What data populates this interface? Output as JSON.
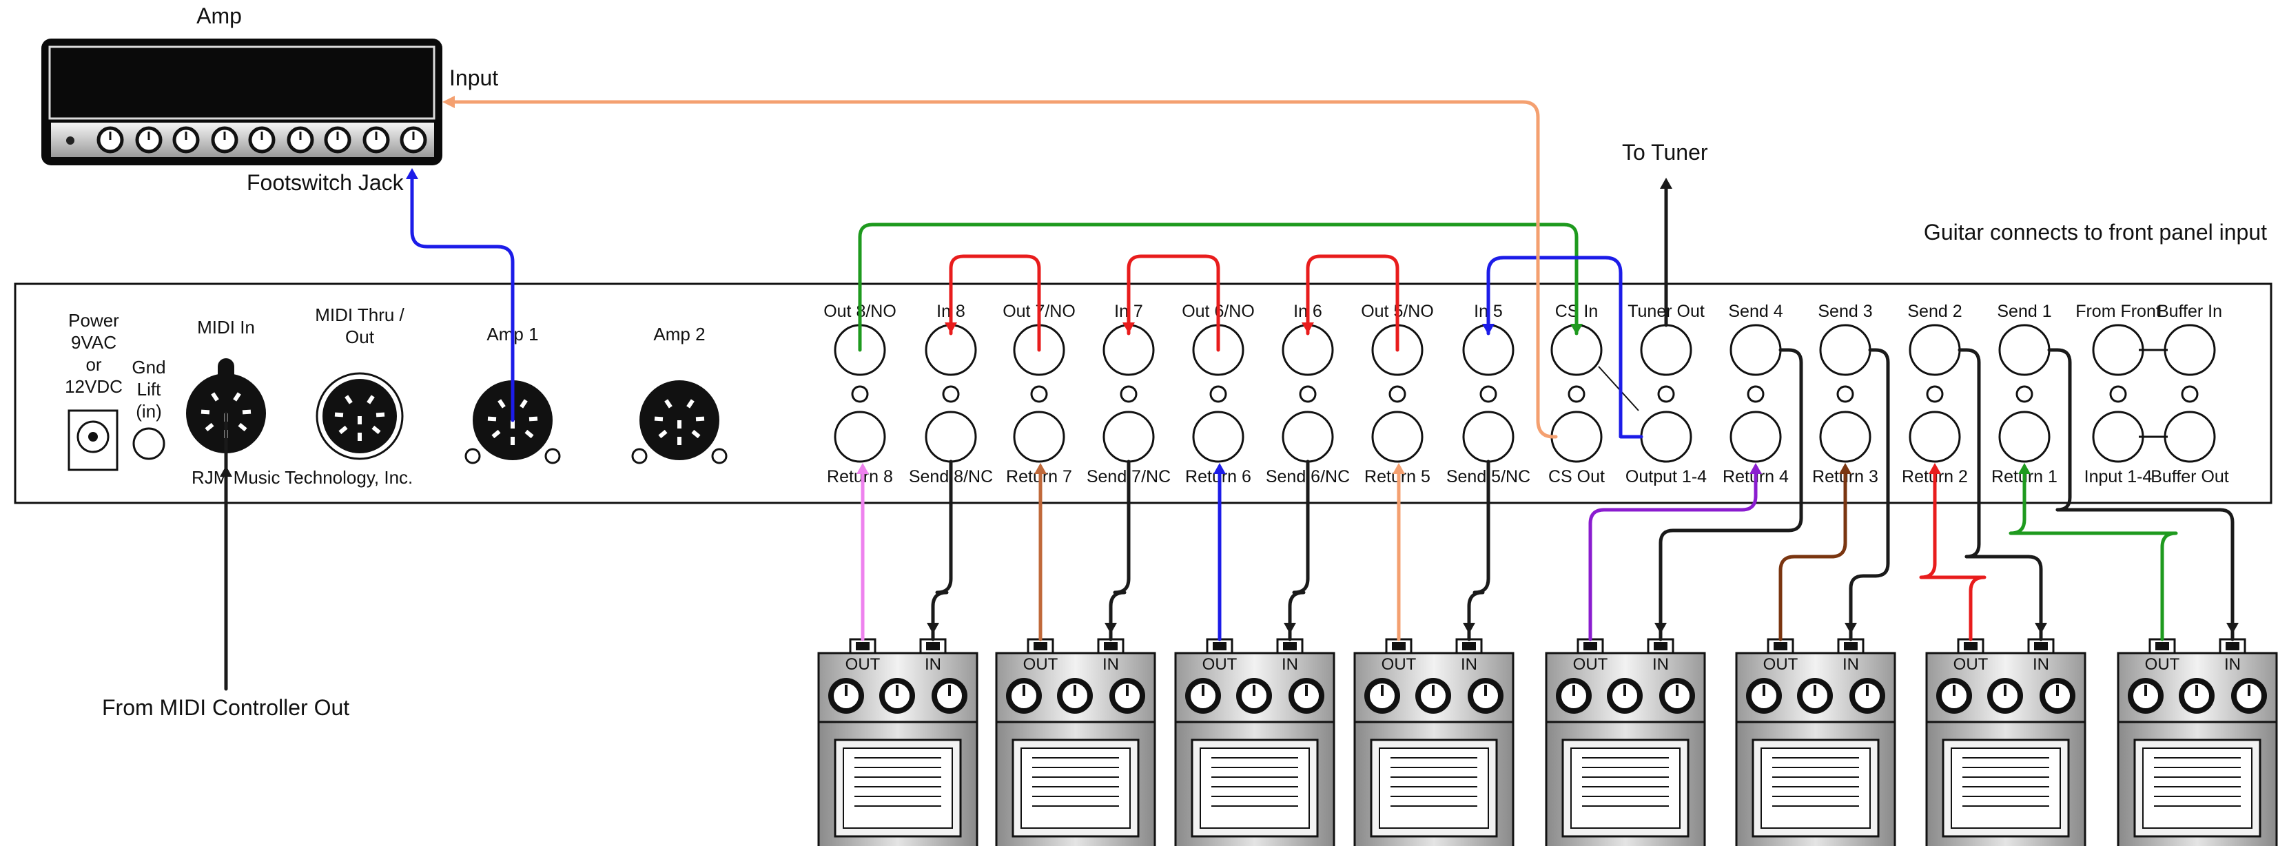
{
  "amp": {
    "title": "Amp",
    "input_label": "Input",
    "footswitch_label": "Footswitch Jack"
  },
  "labels": {
    "to_tuner": "To Tuner",
    "guitar_note": "Guitar connects to front panel input",
    "midi_controller": "From MIDI Controller Out"
  },
  "rear_panel": {
    "power": [
      "Power",
      "9VAC",
      "or",
      "12VDC"
    ],
    "gnd_lift": [
      "Gnd",
      "Lift",
      "(in)"
    ],
    "midi_in": "MIDI In",
    "midi_thru": [
      "MIDI Thru /",
      "Out"
    ],
    "amp1": "Amp 1",
    "amp2": "Amp 2",
    "maker": "RJM Music Technology, Inc.",
    "jack_top": [
      "Out 8/NO",
      "In 8",
      "Out 7/NO",
      "In 7",
      "Out 6/NO",
      "In 6",
      "Out 5/NO",
      "In 5",
      "CS In",
      "Tuner Out",
      "Send 4",
      "Send 3",
      "Send 2",
      "Send 1",
      "From Front",
      "Buffer In"
    ],
    "jack_bottom": [
      "Return 8",
      "Send 8/NC",
      "Return 7",
      "Send 7/NC",
      "Return 6",
      "Send 6/NC",
      "Return 5",
      "Send 5/NC",
      "CS Out",
      "Output 1-4",
      "Return 4",
      "Return 3",
      "Return 2",
      "Return 1",
      "Input 1-4",
      "Buffer Out"
    ]
  },
  "pedal_labels": {
    "out": "OUT",
    "in": "IN"
  },
  "pedal_count": 8,
  "colors": {
    "green": "#1e9a1e",
    "red": "#e81c1c",
    "blue": "#1c1ce8",
    "orange": "#f4a070",
    "pink": "#ee82ee",
    "brown_light": "#c0693a",
    "purple": "#8a1ccf",
    "brown": "#7a3510",
    "black": "#1a1a1a"
  }
}
